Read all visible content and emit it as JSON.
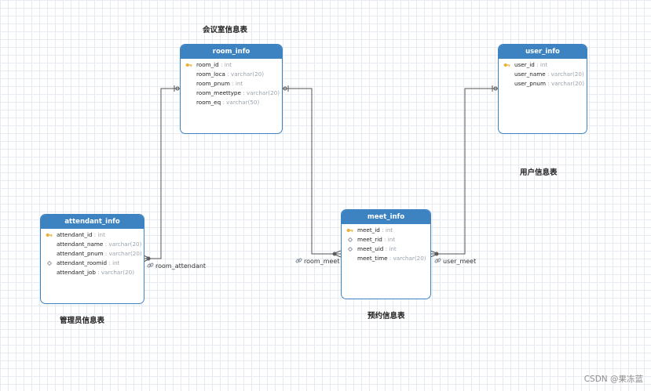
{
  "tables": {
    "room_info": {
      "title": "room_info",
      "fields": [
        {
          "name": "room_id",
          "type": "int"
        },
        {
          "name": "room_loca",
          "type": "varchar(20)"
        },
        {
          "name": "room_pnum",
          "type": "int"
        },
        {
          "name": "room_meettype",
          "type": "varchar(20)"
        },
        {
          "name": "room_eq",
          "type": "varchar(50)"
        }
      ]
    },
    "user_info": {
      "title": "user_info",
      "fields": [
        {
          "name": "user_id",
          "type": "int"
        },
        {
          "name": "user_name",
          "type": "varchar(20)"
        },
        {
          "name": "user_pnum",
          "type": "varchar(20)"
        }
      ]
    },
    "attendant_info": {
      "title": "attendant_info",
      "fields": [
        {
          "name": "attendant_id",
          "type": "int"
        },
        {
          "name": "attendant_name",
          "type": "varchar(20)"
        },
        {
          "name": "attendant_pnum",
          "type": "varchar(20)"
        },
        {
          "name": "attendant_roomid",
          "type": "int"
        },
        {
          "name": "attendant_job",
          "type": "varchar(20)"
        }
      ]
    },
    "meet_info": {
      "title": "meet_info",
      "fields": [
        {
          "name": "meet_id",
          "type": "int"
        },
        {
          "name": "meet_rid",
          "type": "int"
        },
        {
          "name": "meet_uid",
          "type": "int"
        },
        {
          "name": "meet_time",
          "type": "varchar(20)"
        }
      ]
    }
  },
  "captions": {
    "room": "会议室信息表",
    "user": "用户信息表",
    "attendant": "管理员信息表",
    "meet": "预约信息表"
  },
  "relations": {
    "room_attendant": "room_attendant",
    "room_meet": "room_meet",
    "user_meet": "user_meet"
  },
  "watermark": "CSDN @果冻蓝",
  "colors": {
    "header": "#3d83c2",
    "border": "#3d83c2",
    "line": "#555555",
    "key": "#e8b33a"
  }
}
